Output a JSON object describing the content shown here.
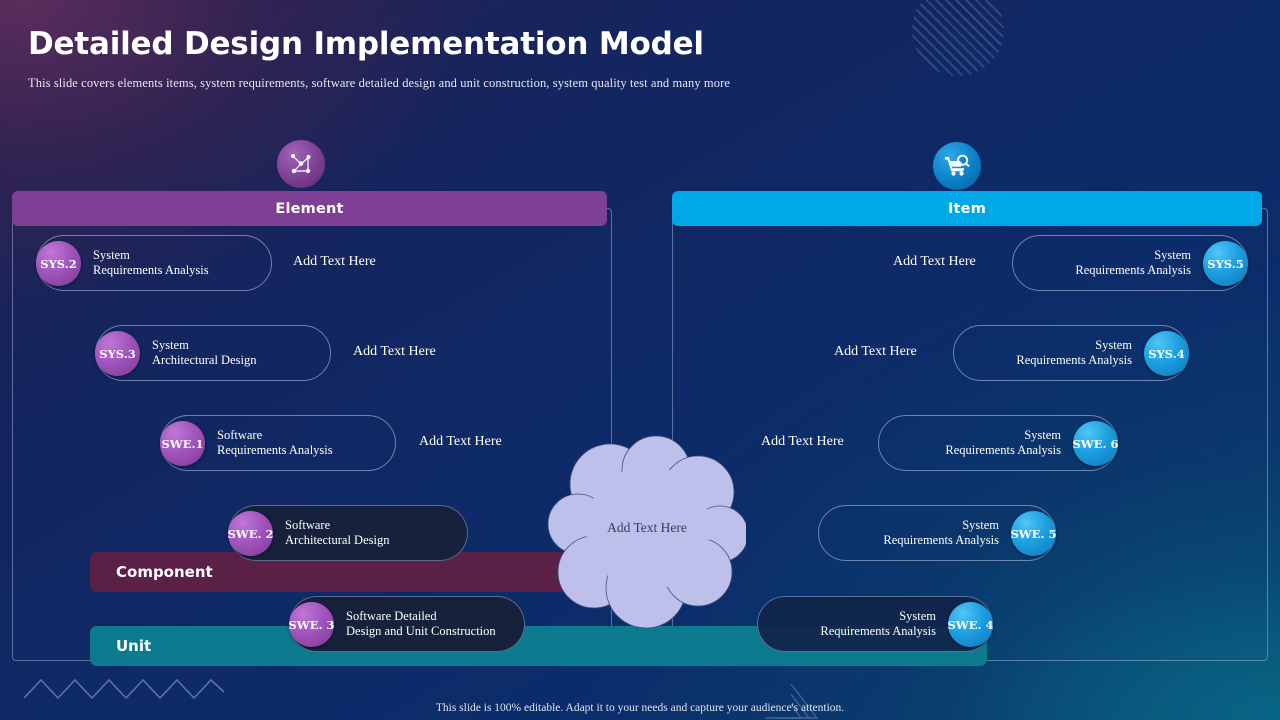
{
  "slide": {
    "title": "Detailed Design Implementation Model",
    "subtitle": "This slide covers elements items, system requirements, software detailed  design  and unit construction, system quality test and many more",
    "footer": "This slide is 100% editable.  Adapt it to your needs and capture your audience's  attention."
  },
  "colors": {
    "element_header": "#7d4095",
    "item_header": "#00a8e8",
    "component_band": "#5b2045",
    "unit_band": "#0d7b8f",
    "badge_purple": "#a154bd",
    "badge_blue": "#1d9fe0",
    "cloud": "#bcc0ea",
    "background": "#0d2259"
  },
  "columns": {
    "left": {
      "header": "Element",
      "icon": "network-nodes-icon",
      "cards": [
        {
          "badge": "SYS.2",
          "line1": "System",
          "line2": "Requirements  Analysis"
        },
        {
          "badge": "SYS.3",
          "line1": "System",
          "line2": "Architectural Design"
        },
        {
          "badge": "SWE.1",
          "line1": "Software",
          "line2": "Requirements  Analysis"
        },
        {
          "badge": "SWE. 2",
          "line1": "Software",
          "line2": "Architectural Design"
        },
        {
          "badge": "SWE. 3",
          "line1": "Software  Detailed",
          "line2": "Design and Unit Construction"
        }
      ],
      "labels": [
        "Add Text  Here",
        "Add Text  Here",
        "Add Text  Here"
      ]
    },
    "right": {
      "header": "Item",
      "icon": "cart-search-icon",
      "cards": [
        {
          "badge": "SYS.5",
          "line1": "System",
          "line2": "Requirements  Analysis"
        },
        {
          "badge": "SYS.4",
          "line1": "System",
          "line2": "Requirements  Analysis"
        },
        {
          "badge": "SWE. 6",
          "line1": "System",
          "line2": "Requirements  Analysis"
        },
        {
          "badge": "SWE. 5",
          "line1": "System",
          "line2": "Requirements  Analysis"
        },
        {
          "badge": "SWE. 4",
          "line1": "System",
          "line2": "Requirements  Analysis"
        }
      ],
      "labels": [
        "Add Text  Here",
        "Add Text  Here",
        "Add Text  Here"
      ]
    }
  },
  "bands": {
    "component": "Component",
    "unit": "Unit"
  },
  "cloud": {
    "label": "Add Text  Here"
  }
}
